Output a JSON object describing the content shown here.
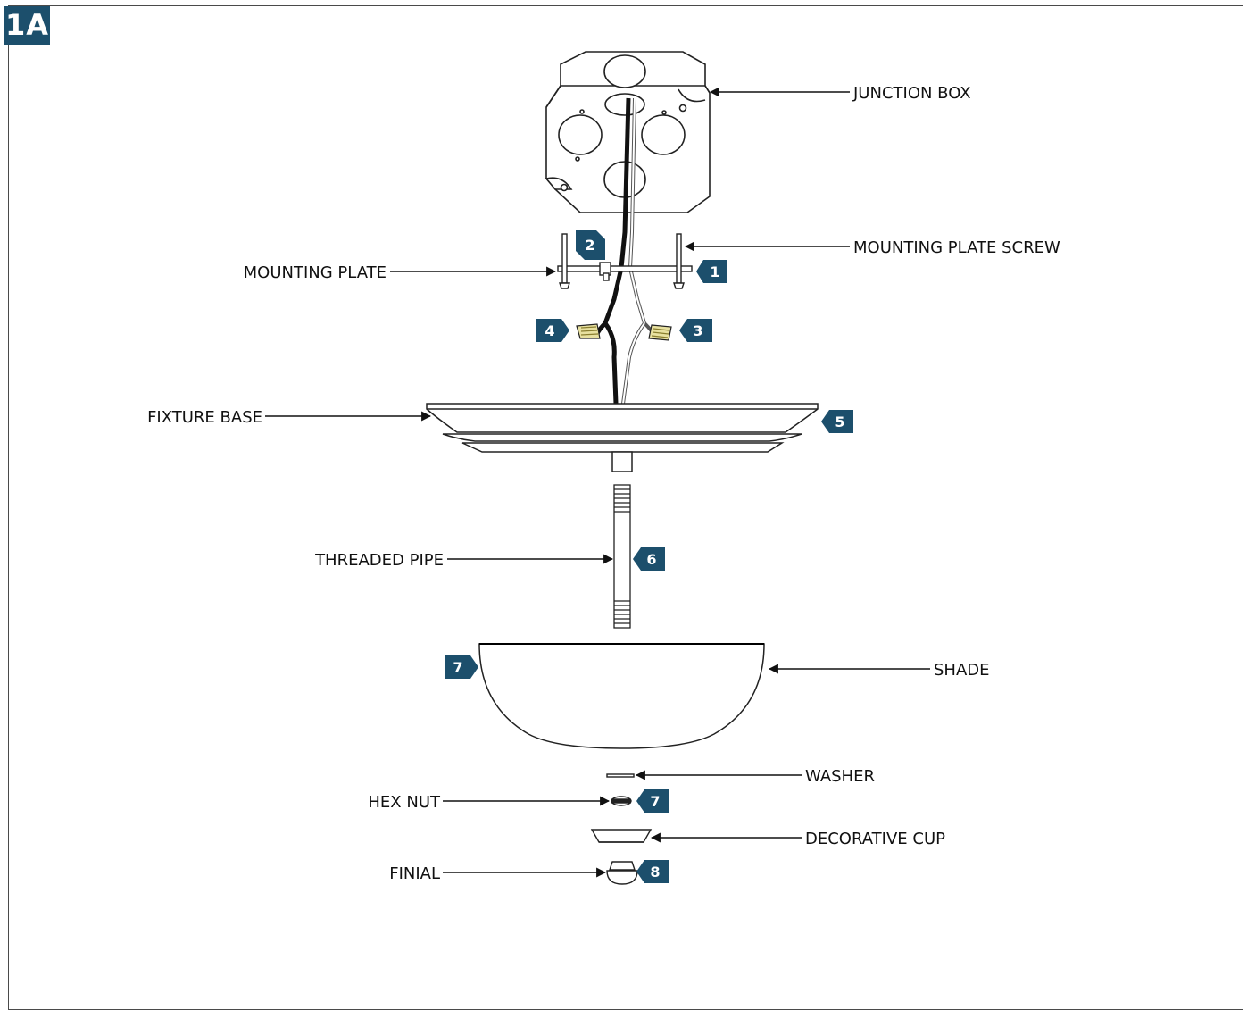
{
  "figure_id": "1A",
  "colors": {
    "badge": "#1c4f6c",
    "line": "#111111",
    "connector": "#e8e1a0"
  },
  "labels": {
    "junction_box": "JUNCTION BOX",
    "mounting_plate_screw": "MOUNTING PLATE SCREW",
    "mounting_plate": "MOUNTING PLATE",
    "fixture_base": "FIXTURE BASE",
    "threaded_pipe": "THREADED PIPE",
    "shade": "SHADE",
    "washer": "WASHER",
    "hex_nut": "HEX NUT",
    "decorative_cup": "DECORATIVE CUP",
    "finial": "FINIAL"
  },
  "steps": {
    "s1": "1",
    "s2": "2",
    "s3": "3",
    "s4": "4",
    "s5": "5",
    "s6": "6",
    "s7_shade": "7",
    "s7_nut": "7",
    "s8": "8"
  }
}
